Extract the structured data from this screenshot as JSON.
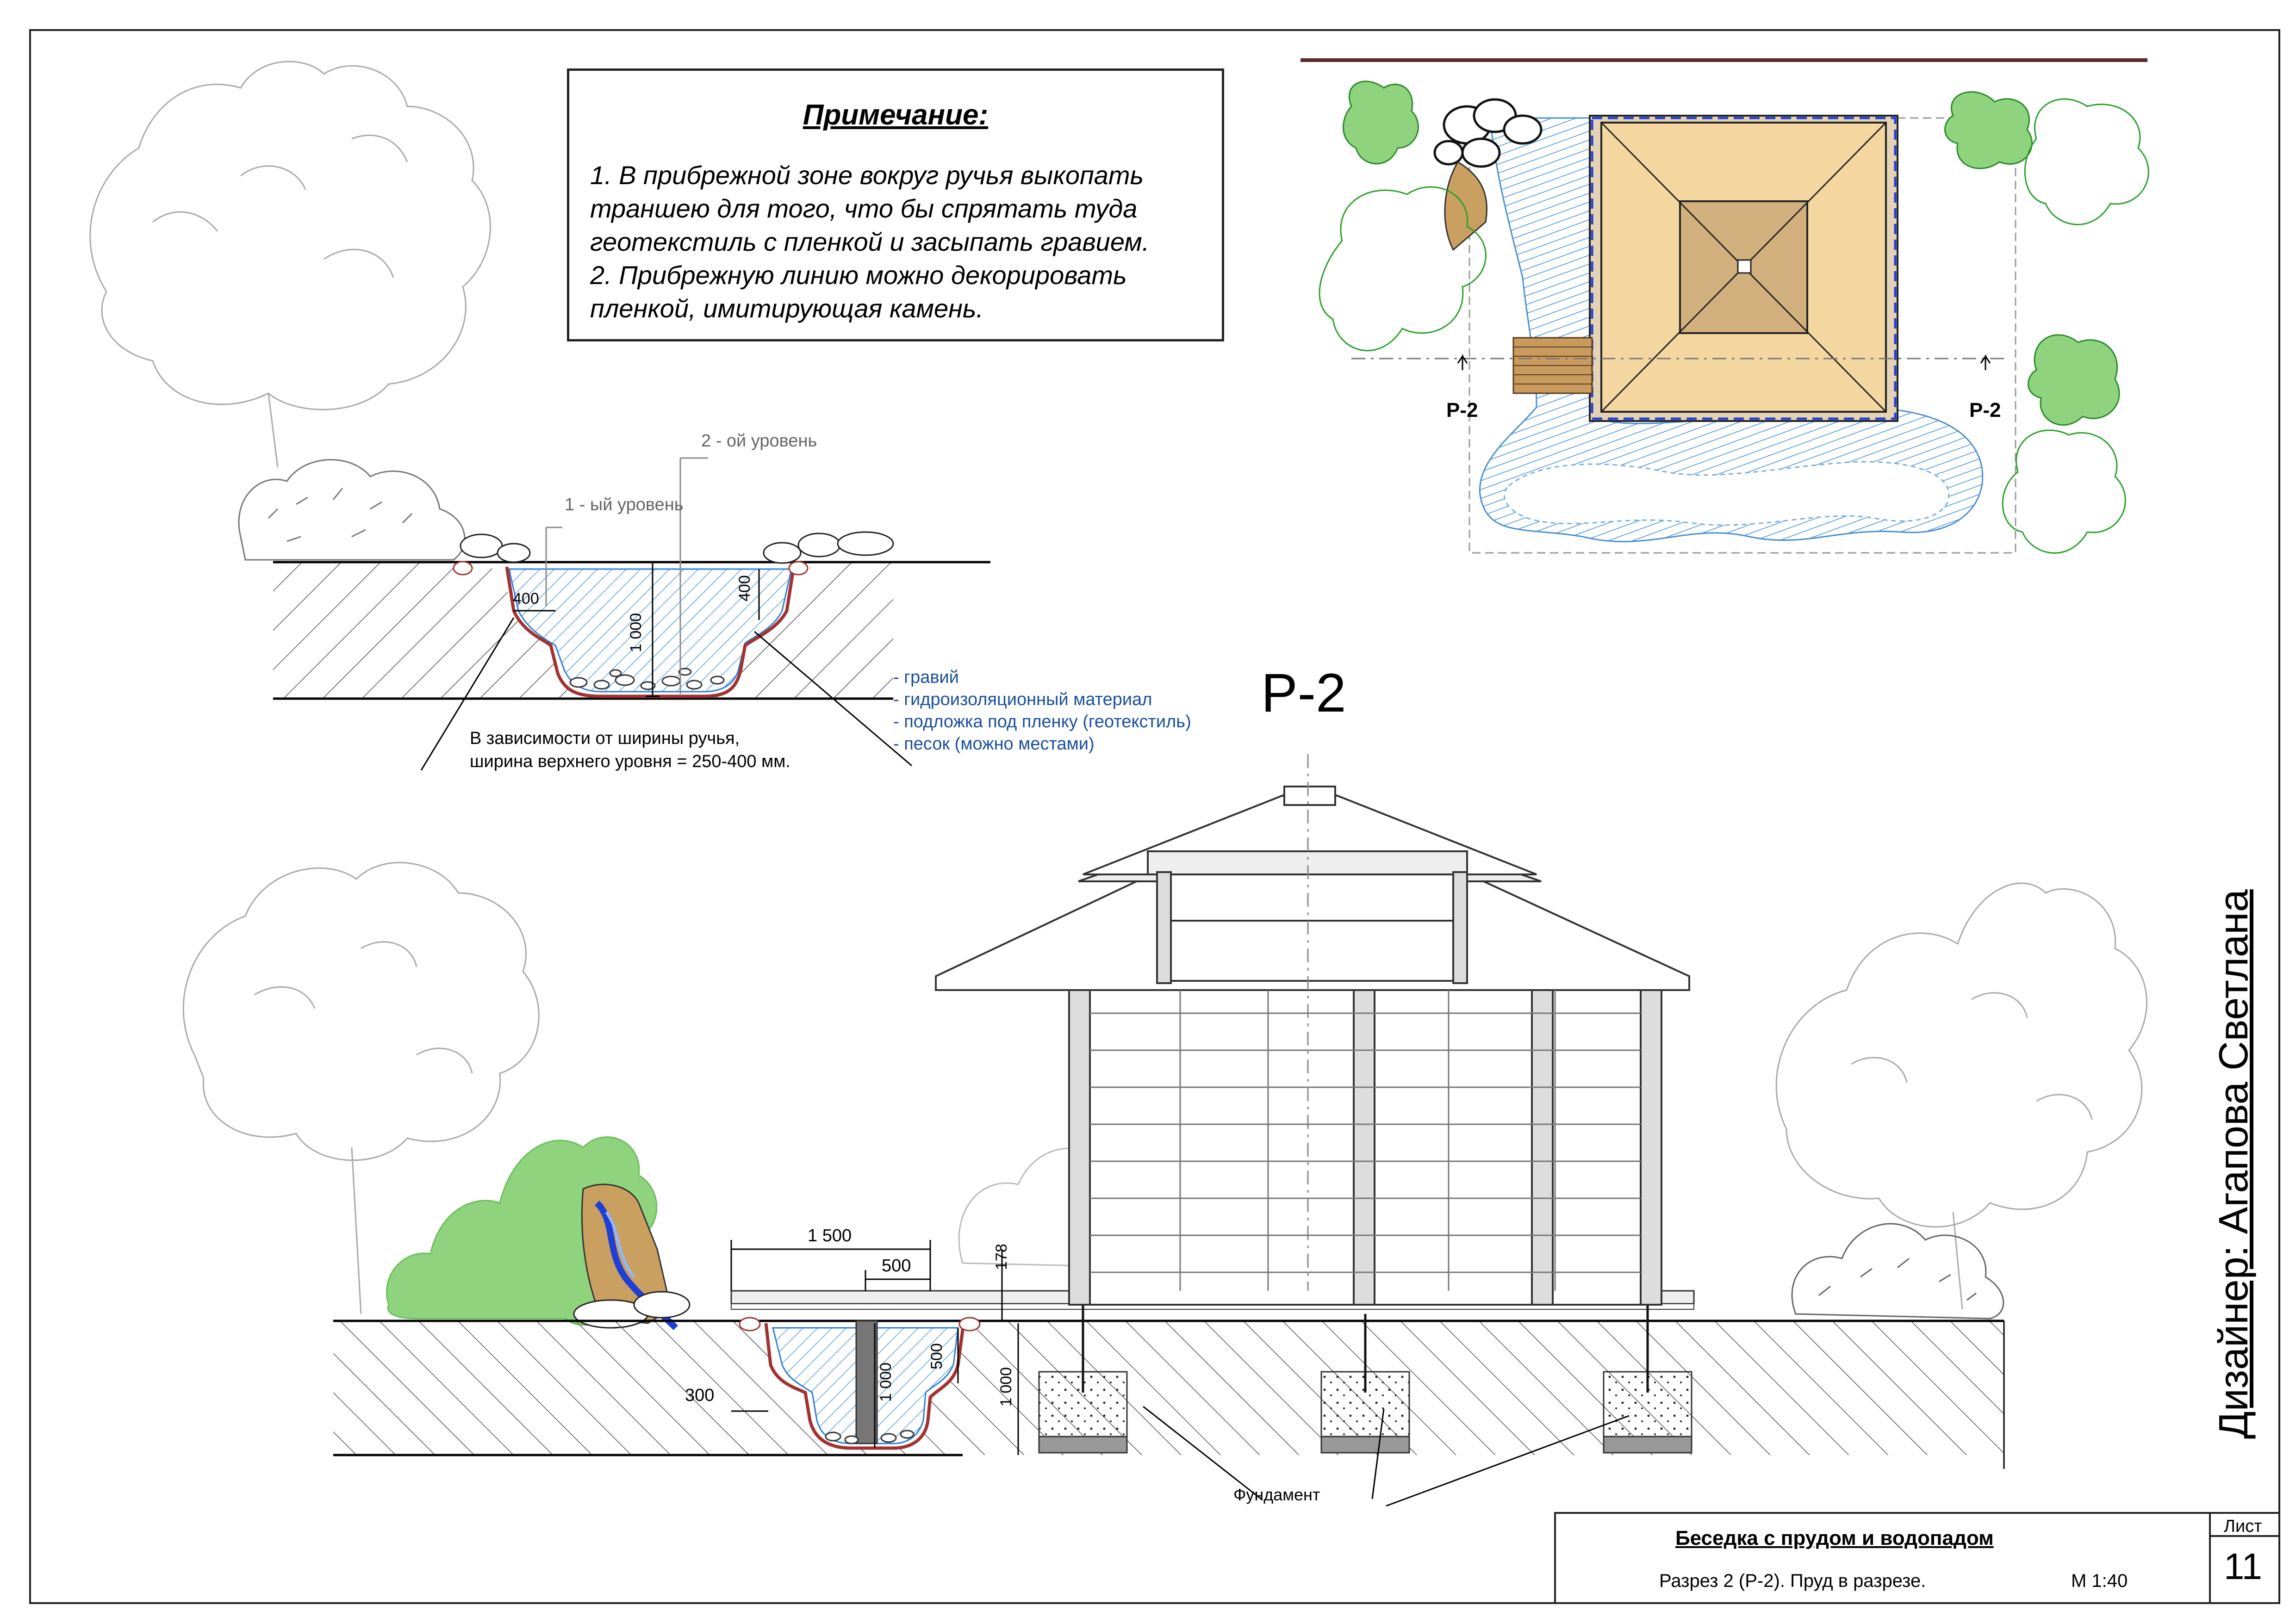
{
  "note": {
    "title": "Примечание:",
    "item1": "1.   В прибрежной зоне вокруг ручья выкопать траншею для того, что бы спрятать туда геотекстиль с пленкой и засыпать гравием.",
    "item2": "2.   Прибрежную линию можно декорировать пленкой, имитирующая камень."
  },
  "detail_section": {
    "level1_label": "1 - ый уровень",
    "level2_label": "2 - ой уровень",
    "dim_400_left": "400",
    "dim_400_right": "400",
    "dim_1000": "1 000",
    "width_note_line1": "В зависимости от ширины ручья,",
    "width_note_line2": "ширина верхнего уровня = 250-400 мм."
  },
  "layers_legend": [
    "-   гравий",
    "-   гидроизоляционный материал",
    "-   подложка под пленку (геотекстиль)",
    "-   песок (можно местами)"
  ],
  "section_title": "Р-2",
  "plan": {
    "cut_left": "Р-2",
    "cut_right": "Р-2"
  },
  "main_section": {
    "dim_1500": "1 500",
    "dim_500_top": "500",
    "dim_178": "178",
    "dim_300": "300",
    "dim_1000_pond": "1 000",
    "dim_500_pond": "500",
    "dim_1000_foundation": "1 000",
    "foundation_label": "Фундамент"
  },
  "designer": "Дизайнер: Агапова Светлана",
  "title_block": {
    "project": "Беседка с прудом и водопадом",
    "sheet_description": "Разрез 2 (Р-2). Пруд в разрезе.",
    "scale": "М 1:40",
    "sheet_label": "Лист",
    "sheet_number": "11"
  },
  "colors": {
    "water": "#2f7fd6",
    "roof_plan": "#f3d6a0",
    "roof_center": "#d2b07e",
    "foliage": "#8fd37e",
    "ground_line": "#000000",
    "membrane": "#a2322f",
    "legend_text": "#1a4f9c"
  }
}
